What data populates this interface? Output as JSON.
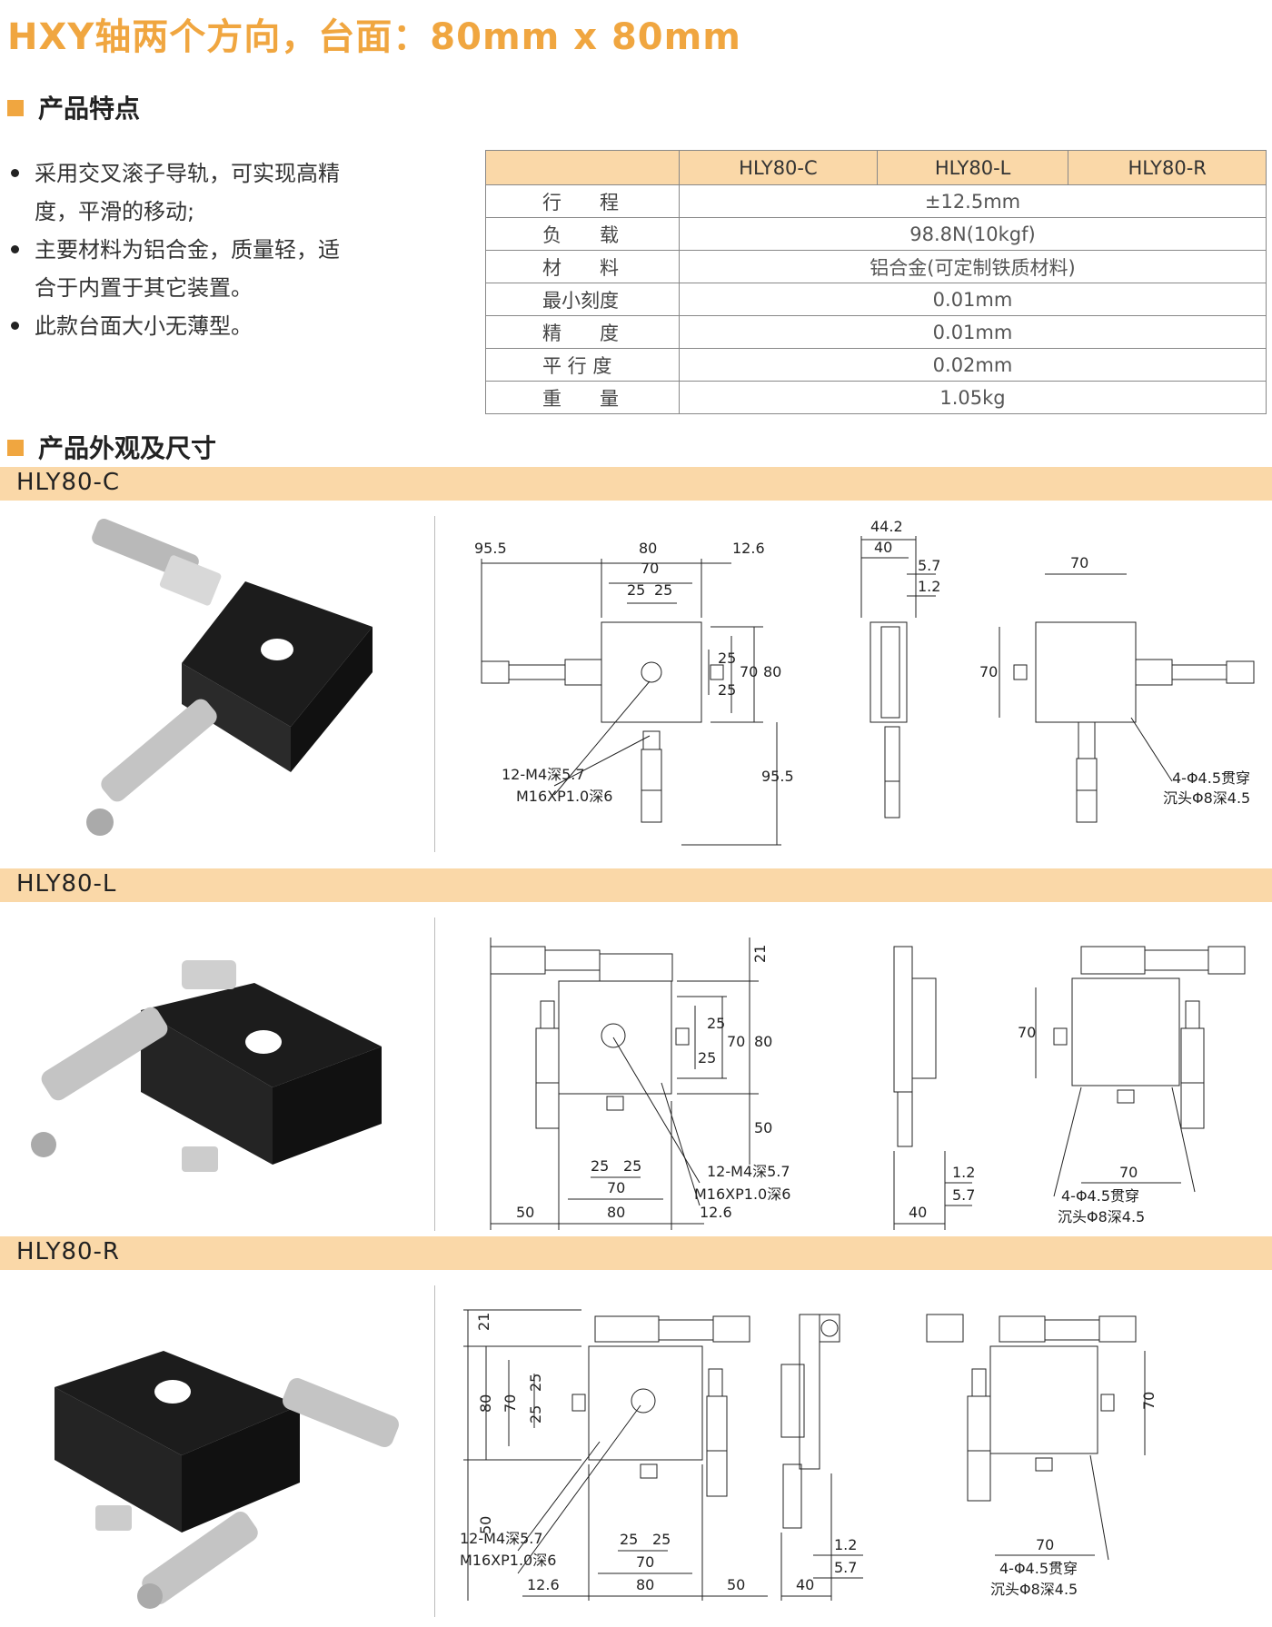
{
  "title": "HXY轴两个方向，台面：80mm x 80mm",
  "features_heading": "产品特点",
  "features": [
    {
      "line1": "采用交叉滚子导轨，可实现高精",
      "line2": "度，平滑的移动;"
    },
    {
      "line1": "主要材料为铝合金，质量轻，适",
      "line2": "合于内置于其它装置。"
    },
    {
      "line1": "此款台面大小无薄型。",
      "line2": ""
    }
  ],
  "spec_table": {
    "columns": [
      "HLY80-C",
      "HLY80-L",
      "HLY80-R"
    ],
    "rows": [
      {
        "label": "行　　程",
        "value": "±12.5mm"
      },
      {
        "label": "负　　载",
        "value": "98.8N(10kgf)"
      },
      {
        "label": "材　　料",
        "value": "铝合金(可定制铁质材料)"
      },
      {
        "label": "最小刻度",
        "value": "0.01mm"
      },
      {
        "label": "精　　度",
        "value": "0.01mm"
      },
      {
        "label": "平 行 度",
        "value": "0.02mm"
      },
      {
        "label": "重　　量",
        "value": "1.05kg"
      }
    ]
  },
  "dimensions_heading": "产品外观及尺寸",
  "models": [
    {
      "name": "HLY80-C",
      "dims": {
        "d1": "95.5",
        "d2": "80",
        "d3": "70",
        "d4": "25",
        "d5": "25",
        "d6": "12.6",
        "d7": "25",
        "d8": "25",
        "d9": "70",
        "d10": "80",
        "d11": "95.5",
        "n1": "12-M4深5.7",
        "n2": "M16XP1.0深6",
        "s1": "44.2",
        "s2": "40",
        "s3": "5.7",
        "s4": "1.2",
        "r1": "70",
        "r2": "70",
        "r3": "4-Φ4.5贯穿",
        "r4": "沉头Φ8深4.5"
      }
    },
    {
      "name": "HLY80-L",
      "dims": {
        "d1": "21",
        "d2": "25",
        "d3": "25",
        "d4": "70",
        "d5": "80",
        "d6": "50",
        "d7": "25",
        "d8": "25",
        "d9": "70",
        "d10": "80",
        "d11": "50",
        "d12": "12.6",
        "n1": "12-M4深5.7",
        "n2": "M16XP1.0深6",
        "s1": "1.2",
        "s2": "5.7",
        "s3": "40",
        "r1": "70",
        "r2": "70",
        "r3": "4-Φ4.5贯穿",
        "r4": "沉头Φ8深4.5"
      }
    },
    {
      "name": "HLY80-R",
      "dims": {
        "d1": "21",
        "d2": "80",
        "d3": "70",
        "d4": "25",
        "d5": "25",
        "d6": "50",
        "d7": "25",
        "d8": "25",
        "d9": "70",
        "d10": "80",
        "d11": "12.6",
        "d12": "50",
        "n1": "12-M4深5.7",
        "n2": "M16XP1.0深6",
        "s1": "1.2",
        "s2": "5.7",
        "s3": "40",
        "r1": "70",
        "r2": "70",
        "r3": "4-Φ4.5贯穿",
        "r4": "沉头Φ8深4.5"
      }
    }
  ]
}
